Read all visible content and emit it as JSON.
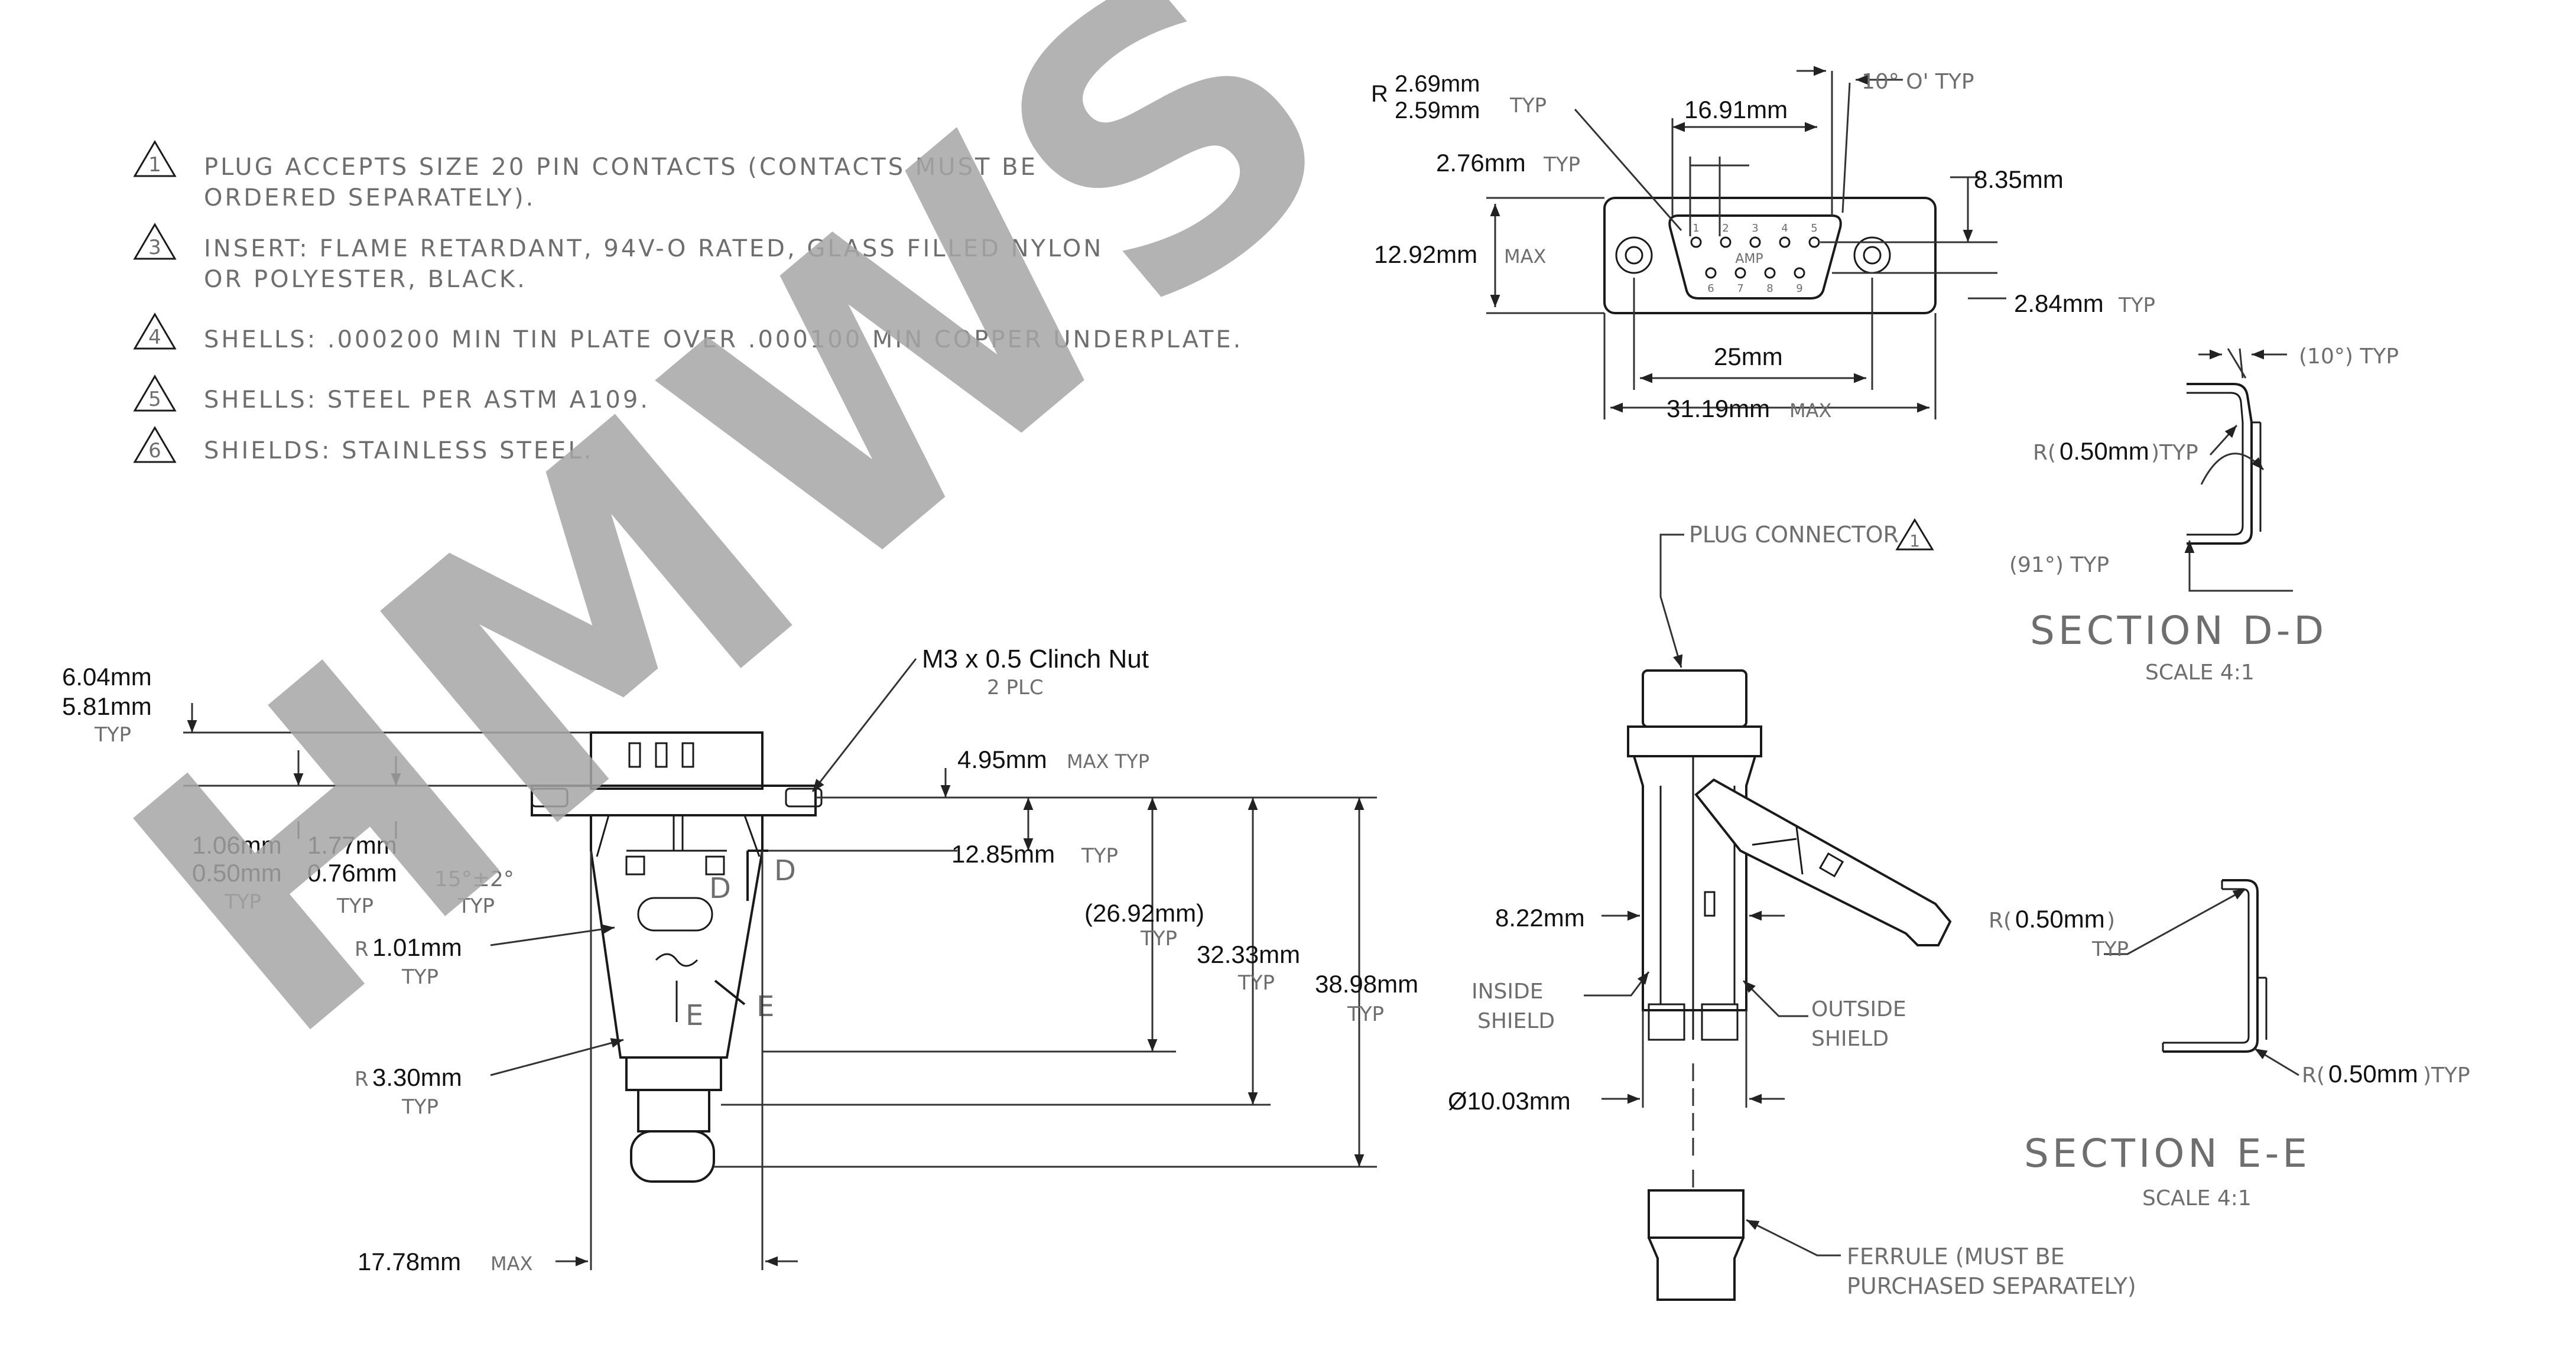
{
  "notes": [
    {
      "num": "1",
      "line1": "PLUG ACCEPTS SIZE 20 PIN CONTACTS (CONTACTS MUST BE",
      "line2": "ORDERED SEPARATELY)."
    },
    {
      "num": "3",
      "line1": "INSERT: FLAME RETARDANT, 94V-O RATED, GLASS FILLED NYLON",
      "line2": "OR POLYESTER, BLACK."
    },
    {
      "num": "4",
      "line1": "SHELLS: .000200 MIN TIN PLATE OVER .000100 MIN COPPER UNDERPLATE.",
      "line2": ""
    },
    {
      "num": "5",
      "line1": "SHELLS: STEEL PER ASTM A109.",
      "line2": ""
    },
    {
      "num": "6",
      "line1": "SHIELDS: STAINLESS STEEL.",
      "line2": ""
    }
  ],
  "watermark": "HMWS",
  "front_view": {
    "r_prefix": "R",
    "r1": "2.69mm",
    "r2": "2.59mm",
    "r_typ": "TYP",
    "angle": "10° O' TYP",
    "width_top": "16.91mm",
    "pin_pitch": "2.76mm",
    "pin_pitch_typ": "TYP",
    "row_offset": "8.35mm",
    "height": "12.92mm",
    "height_max": "MAX",
    "row_gap": "2.84mm",
    "row_gap_typ": "TYP",
    "hole_pitch": "25mm",
    "overall_width": "31.19mm",
    "overall_max": "MAX",
    "marking": "AMP",
    "pin_numbers_top": [
      "1",
      "2",
      "3",
      "4",
      "5"
    ],
    "pin_numbers_bottom": [
      "6",
      "7",
      "8",
      "9"
    ]
  },
  "side_view": {
    "d1": "6.04mm",
    "d2": "5.81mm",
    "d_typ": "TYP",
    "clinch": "M3 x 0.5   Clinch Nut",
    "clinch_plc": "2 PLC",
    "max_typ": "4.95mm",
    "max_typ_suffix": "MAX  TYP",
    "a1": "1.06mm",
    "a2": "0.50mm",
    "a_typ": "TYP",
    "b1": "1.77mm",
    "b2": "0.76mm",
    "b_typ": "TYP",
    "angle": "15°±2°",
    "angle_typ": "TYP",
    "h1": "12.85mm",
    "h1_typ": "TYP",
    "h2": "(26.92mm)",
    "h2_typ": "TYP",
    "h3": "32.33mm",
    "h3_typ": "TYP",
    "h4": "38.98mm",
    "h4_typ": "TYP",
    "r_small_prefix": "R",
    "r_small": "1.01mm",
    "r_small_typ": "TYP",
    "r_large_prefix": "R",
    "r_large": "3.30mm",
    "r_large_typ": "TYP",
    "width": "17.78mm",
    "width_max": "MAX",
    "sec_d": "D",
    "sec_e": "E"
  },
  "assembly_view": {
    "plug_connector": "PLUG CONNECTOR",
    "plug_note": "1",
    "width": "8.22mm",
    "inside_shield_1": "INSIDE",
    "inside_shield_2": "SHIELD",
    "outside_shield_1": "OUTSIDE",
    "outside_shield_2": "SHIELD",
    "diameter": "Ø10.03mm",
    "ferrule_1": "FERRULE (MUST BE",
    "ferrule_2": "PURCHASED SEPARATELY)"
  },
  "section_d": {
    "angle_top": "(10°) TYP",
    "radius_prefix": "R(",
    "radius": "0.50mm",
    "radius_suffix": ")TYP",
    "angle_bottom": "(91°)  TYP",
    "title": "SECTION  D-D",
    "scale": "SCALE  4:1"
  },
  "section_e": {
    "r1_prefix": "R(",
    "r1": "0.50mm",
    "r1_suffix": ")",
    "r1_typ": "TYP",
    "r2_prefix": "R(",
    "r2": "0.50mm",
    "r2_suffix": ")TYP",
    "title": "SECTION  E-E",
    "scale": "SCALE  4:1"
  }
}
